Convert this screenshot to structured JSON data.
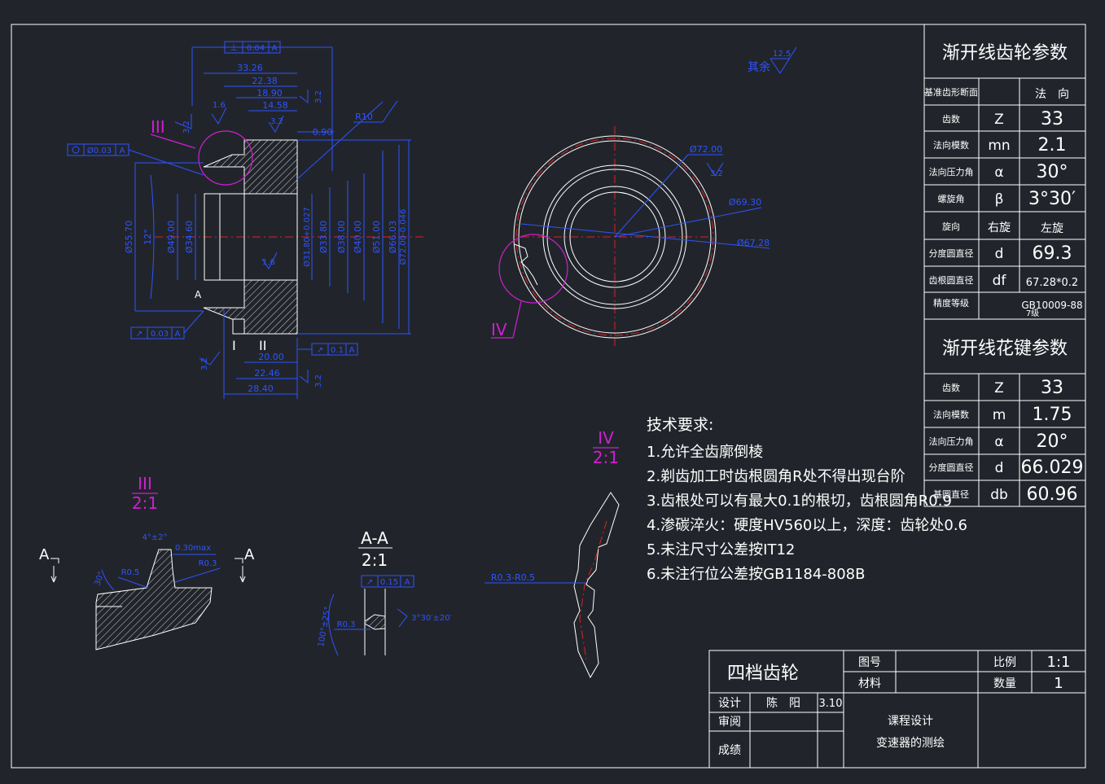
{
  "gear_params": {
    "title": "渐开线齿轮参数",
    "rows": [
      {
        "label": "基准齿形断面",
        "symbol": "",
        "value": "法　向"
      },
      {
        "label": "齿数",
        "symbol": "Z",
        "value": "33"
      },
      {
        "label": "法向模数",
        "symbol": "mn",
        "value": "2.1"
      },
      {
        "label": "法向压力角",
        "symbol": "α",
        "value": "30°"
      },
      {
        "label": "螺旋角",
        "symbol": "β",
        "value": "3°30′"
      },
      {
        "label": "旋向",
        "symbol": "右旋",
        "value": "左旋"
      },
      {
        "label": "分度圆直径",
        "symbol": "d",
        "value": "69.3"
      },
      {
        "label": "齿根圆直径",
        "symbol": "df",
        "value": "67.28*0.2"
      },
      {
        "label": "精度等级",
        "symbol": "",
        "value": "GB10009-88",
        "value2": "7级"
      }
    ]
  },
  "spline_params": {
    "title": "渐开线花键参数",
    "rows": [
      {
        "label": "齿数",
        "symbol": "Z",
        "value": "33"
      },
      {
        "label": "法向模数",
        "symbol": "m",
        "value": "1.75"
      },
      {
        "label": "法向压力角",
        "symbol": "α",
        "value": "20°"
      },
      {
        "label": "分度圆直径",
        "symbol": "d",
        "value": "66.029"
      },
      {
        "label": "基圆直径",
        "symbol": "db",
        "value": "60.96"
      }
    ]
  },
  "tech_req": {
    "title": "技术要求:",
    "items": [
      "1.允许全齿廓倒棱",
      "2.剃齿加工时齿根圆角R处不得出现台阶",
      "3.齿根处可以有最大0.1的根切，齿根圆角R0.9",
      "4.渗碳淬火：硬度HV560以上，深度：齿轮处0.6",
      "5.未注尺寸公差按IT12",
      "6.未注行位公差按GB1184-808B"
    ]
  },
  "title_block": {
    "part_name": "四档齿轮",
    "drawing_no_label": "图号",
    "material_label": "材料",
    "scale_label": "比例",
    "scale_value": "1:1",
    "qty_label": "数量",
    "qty_value": "1",
    "design_label": "设计",
    "designer": "陈　阳",
    "date": "3.10",
    "review_label": "审阅",
    "grade_label": "成绩",
    "course": "课程设计",
    "project": "变速器的测绘"
  },
  "labels": {
    "surface_other": "其余",
    "surface_val": "12.5",
    "view_iii": "III",
    "view_iv": "IV",
    "scale_21": "2:1",
    "section_aa": "A-A",
    "a_mark": "A"
  },
  "dims": {
    "tol_perp": "0.04",
    "datum_a": "A",
    "d3326": "33.26",
    "d2238": "22.38",
    "d1890": "18.90",
    "d1458": "14.58",
    "d090": "0.90",
    "r10": "R10",
    "r32": "3.2",
    "r16": "1.6",
    "conc": "Ø0.03",
    "d5570": "Ø55.70",
    "ang12": "12°",
    "d4900": "Ø49.00",
    "d3460": "Ø34.60",
    "d3180": "Ø31.80+0.027",
    "d3380": "Ø33.80",
    "d3800": "Ø38.00",
    "d4000": "Ø40.00",
    "d5100": "Ø51.00",
    "d6603": "Ø66.03",
    "d7200": "Ø72.00-0.046",
    "run003": "0.03",
    "run01": "0.1",
    "d2000": "20.00",
    "d2246": "22.46",
    "d2840": "28.40",
    "mk_i": "I",
    "mk_ii": "II",
    "c7200": "Ø72.00",
    "c6930": "Ø69.30",
    "c6728": "Ø67.28",
    "iii_ang": "4°±2°",
    "iii_max": "0.30max",
    "iii_r05": "R0.5",
    "iii_r03": "R0.3",
    "iii_30": "30°",
    "aa_run": "0.15",
    "aa_r03": "R0.3",
    "aa_ang": "3°30′±20′",
    "aa_ang2": "100°±25°",
    "iv_r": "R0.3-R0.5"
  }
}
